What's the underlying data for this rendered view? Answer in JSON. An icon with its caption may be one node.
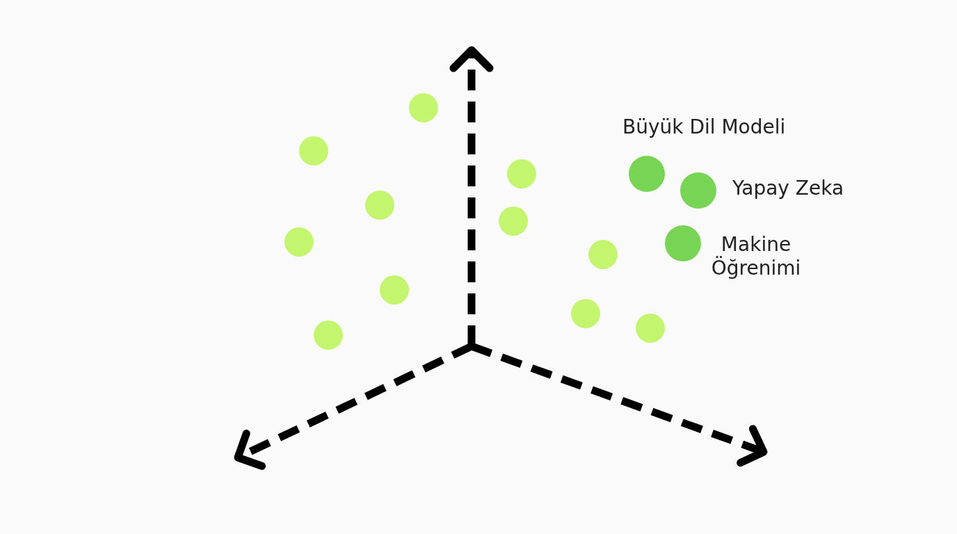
{
  "diagram": {
    "labels": [
      "Büyük Dil Modeli",
      "Yapay Zeka",
      "Makine Öğrenimi"
    ]
  }
}
